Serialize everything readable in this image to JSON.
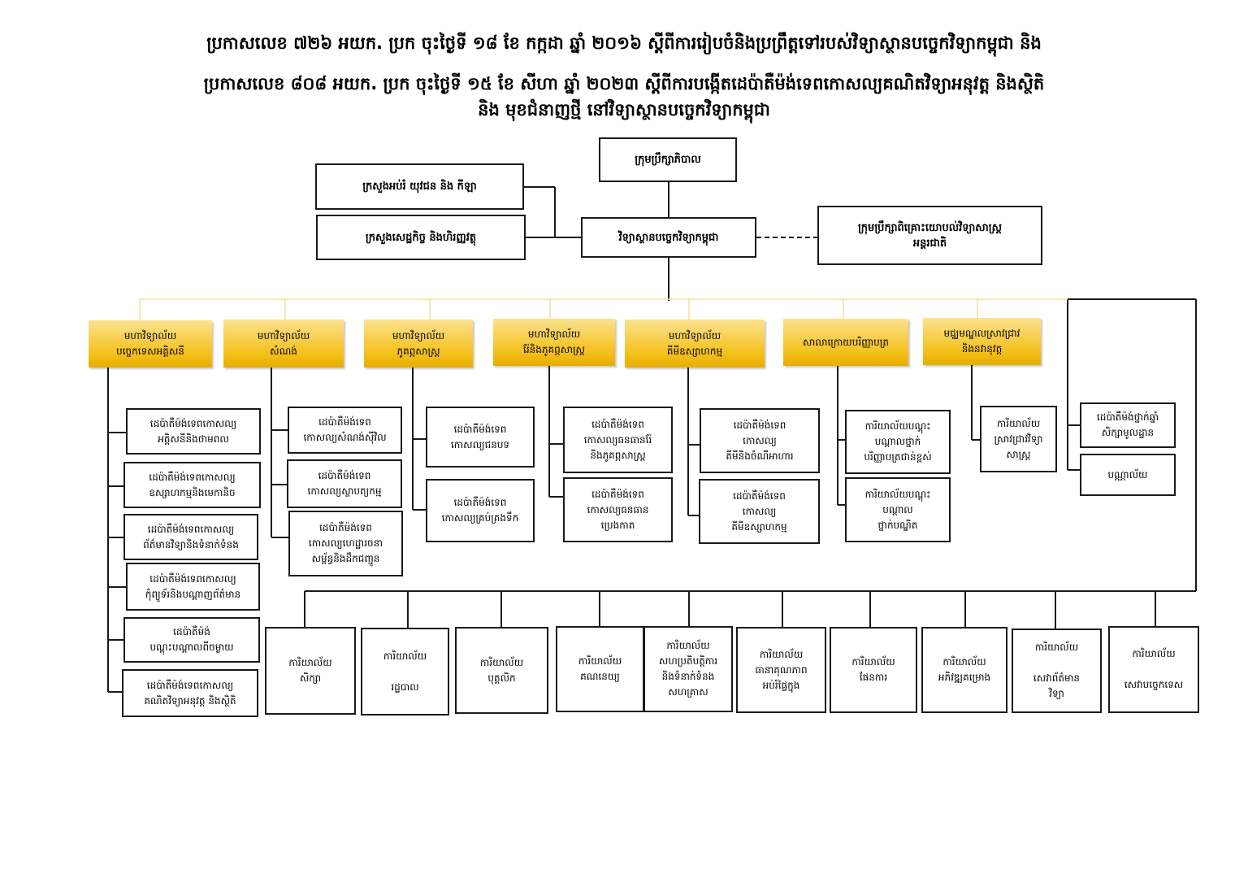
{
  "title": {
    "line1": "ប្រកាសលេខ ៧២៦ អយក. ប្រក ចុះថ្ងៃទី ១៨ ខែ កក្កដា ឆ្នាំ ២០១៦ ស្ដីពីការរៀបចំនិងប្រព្រឹត្តទៅរបស់វិទ្យាស្ថានបច្ចេកវិទ្យាកម្ពុជា និង",
    "line2": "ប្រកាសលេខ ៨០៨ អយក. ប្រក ចុះថ្ងៃទី ១៥ ខែ សីហា ឆ្នាំ ២០២៣ ស្ដីពីការបង្កើតដេប៉ាតឺម៉ង់ទេពកោសល្យគណិតវិទ្យាអនុវត្ត និងស្ថិតិ",
    "line3": "និង មុខជំនាញថ្មី នៅវិទ្យាស្ថានបច្ចេកវិទ្យាកម្ពុជា"
  },
  "top": {
    "governing_board": "ក្រុមប្រឹក្សាភិបាល",
    "ministry_education": "ក្រសួងអប់រំ យុវជន និង កីឡា",
    "ministry_economy": "ក្រសួងសេដ្ឋកិច្ច និងហិរញ្ញវត្ថុ",
    "institute": "វិទ្យាស្ថានបច្ចេកវិទ្យាកម្ពុជា",
    "advisory_council": "ក្រុមប្រឹក្សាពិគ្រោះយោបល់វិទ្យាសាស្ត្រ\nអន្តរជាតិ"
  },
  "faculties": [
    "មហាវិទ្យាល័យ\nបច្ចេកទេសអគ្គិសនី",
    "មហាវិទ្យាល័យ\nសំណង់",
    "មហាវិទ្យាល័យ\nភូគព្ភសាស្ត្រ",
    "មហាវិទ្យាល័យ\nរ៉ែនិងភូគព្ភសាស្ត្រ",
    "មហាវិទ្យាល័យ\nគីមីឧស្សាហកម្ម",
    "សាលាក្រោយបរិញ្ញាបត្រ",
    "មជ្ឈមណ្ឌលស្រាវជ្រាវ\nនិងនវានុវត្ត"
  ],
  "departments": {
    "electrical": [
      "ដេប៉ាតឺម៉ង់ទេពកោសល្យ\nអគ្គិសនីនិងថាមពល",
      "ដេប៉ាតឺម៉ង់ទេពកោសល្យ\nឧស្សាហកម្មនិងមេកានិច",
      "ដេប៉ាតឺម៉ង់ទេពកោសល្យ\nព័ត៌មានវិទ្យានិងទំនាក់ទំនង",
      "ដេប៉ាតឺម៉ង់ទេពកោសល្យ\nកុំព្យូទ័រនិងបណ្ដាញព័ត៌មាន",
      "ដេប៉ាតឺម៉ង់\nបណ្ដុះបណ្ដាលពីចម្ងាយ",
      "ដេប៉ាតឺម៉ង់ទេពកោសល្យ\nគណិតវិទ្យាអនុវត្ត និងស្ថិតិ"
    ],
    "civil": [
      "ដេប៉ាតឺម៉ង់ទេព\nកោសល្យសំណង់ស៊ីវិល",
      "ដេប៉ាតឺម៉ង់ទេព\nកោសល្យស្ថាបត្យកម្ម",
      "ដេប៉ាតឺម៉ង់ទេព\nកោសល្យហេដ្ឋារចនា\nសម្ព័ន្ធនិងដឹកជញ្ជូន"
    ],
    "hydro": [
      "ដេប៉ាតឺម៉ង់ទេព\nកោសល្យជនបទ",
      "ដេប៉ាតឺម៉ង់ទេព\nកោសល្យគ្រប់គ្រងទឹក"
    ],
    "georesources": [
      "ដេប៉ាតឺម៉ង់ទេព\nកោសល្យធនធានរ៉ែ\nនិងភូគព្ភសាស្ត្រ",
      "ដេប៉ាតឺម៉ង់ទេព\nកោសល្យធនធាន\nប្រេងកាត"
    ],
    "chemical": [
      "ដេប៉ាតឺម៉ង់ទេព\nកោសល្យ\nគីមីនិងចំណីអាហារ",
      "ដេប៉ាតឺម៉ង់ទេព\nកោសល្យ\nគីមីឧស្សាហកម្ម"
    ],
    "graduate": [
      "ការិយាល័យបណ្ដុះ\nបណ្ដាលថ្នាក់\nបរិញ្ញាបត្រជាន់ខ្ពស់",
      "ការិយាល័យបណ្ដុះ\nបណ្ដាល\nថ្នាក់បណ្ឌិត"
    ],
    "research": [
      "ការិយាល័យ\nស្រាវជ្រាវវិទ្យា\nសាស្ត្រ"
    ],
    "side": [
      "ដេប៉ាតឺម៉ង់ថ្នាក់ឆ្នាំ\nសិក្សាមូលដ្ឋាន",
      "បណ្ណាល័យ"
    ]
  },
  "offices": [
    "ការិយាល័យ\nសិក្សា",
    "ការិយាល័យ\n\nរដ្ឋបាល",
    "ការិយាល័យ\nបុគ្គលិក",
    "ការិយាល័យ\nគណនេយ្យ",
    "ការិយាល័យ\nសហប្រតិបត្តិការ\nនិងទំនាក់ទំនង\nសហគ្រាស",
    "ការិយាល័យ\nធានាគុណភាព\nអប់រំផ្ទៃក្នុង",
    "ការិយាល័យ\nផែនការ",
    "ការិយាល័យ\nអភិវឌ្ឍគម្រោង",
    "ការិយាល័យ\n\nសេវាព័ត៌មាន\nវិទ្យា",
    "ការិយាល័យ\n\nសេវាបច្ចេកទេស"
  ]
}
